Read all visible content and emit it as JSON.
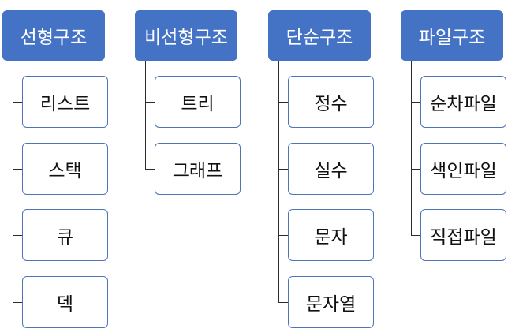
{
  "categories": [
    {
      "title": "선형구조",
      "items": [
        "리스트",
        "스택",
        "큐",
        "덱"
      ]
    },
    {
      "title": "비선형구조",
      "items": [
        "트리",
        "그래프"
      ]
    },
    {
      "title": "단순구조",
      "items": [
        "정수",
        "실수",
        "문자",
        "문자열"
      ]
    },
    {
      "title": "파일구조",
      "items": [
        "순차파일",
        "색인파일",
        "직접파일"
      ]
    }
  ]
}
